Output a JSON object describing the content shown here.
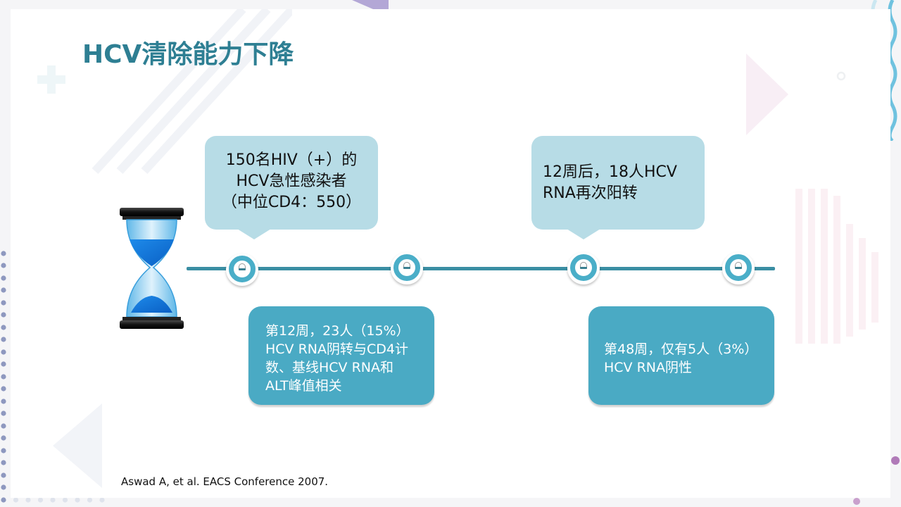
{
  "slide": {
    "title": "HCV清除能力下降",
    "accent_color": "#2e7f93",
    "timeline_color": "#3a8ea3",
    "node_color": "#4aaec8"
  },
  "timeline": {
    "icon": "hourglass-icon",
    "nodes": [
      {
        "id": "node-1",
        "icon": "minus-circle-icon"
      },
      {
        "id": "node-2",
        "icon": "minus-circle-icon"
      },
      {
        "id": "node-3",
        "icon": "minus-circle-icon"
      },
      {
        "id": "node-4",
        "icon": "minus-circle-icon"
      }
    ],
    "callouts_top": [
      {
        "text": "150名HIV（+）的\nHCV急性感染者\n（中位CD4：550）",
        "color": "#b7dce6"
      },
      {
        "text": "12周后，18人HCV\nRNA再次阳转",
        "color": "#b7dce6"
      }
    ],
    "callouts_bottom": [
      {
        "text": "第12周，23人（15%）\nHCV RNA阴转与CD4计\n数、基线HCV RNA和\nALT峰值相关",
        "color": "#4aaac4"
      },
      {
        "text": "第48周，仅有5人（3%）\nHCV RNA阴性",
        "color": "#4aaac4"
      }
    ]
  },
  "footer": {
    "citation": "Aswad A, et al. EACS Conference 2007."
  }
}
